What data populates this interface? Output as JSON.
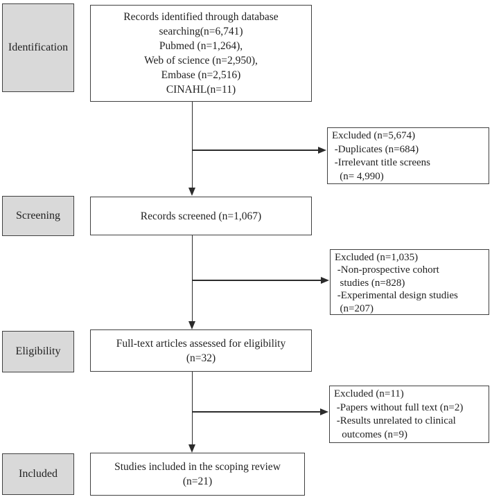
{
  "stages": [
    {
      "label": "Identification"
    },
    {
      "label": "Screening"
    },
    {
      "label": "Eligibility"
    },
    {
      "label": "Included"
    }
  ],
  "boxes": {
    "identified": {
      "lines": [
        "Records identified through database",
        "searching(n=6,741)",
        "Pubmed (n=1,264),",
        "Web of science (n=2,950),",
        "Embase (n=2,516)",
        "CINAHL(n=11)"
      ]
    },
    "excluded_screening": {
      "lines": [
        "Excluded (n=5,674)",
        " -Duplicates (n=684)",
        " -Irrelevant title screens",
        "   (n= 4,990)"
      ]
    },
    "screened": {
      "lines": [
        "Records screened (n=1,067)"
      ]
    },
    "excluded_eligibility": {
      "lines": [
        "Excluded (n=1,035)",
        " -Non-prospective cohort",
        "  studies (n=828)",
        " -Experimental design studies",
        "  (n=207)"
      ]
    },
    "fulltext": {
      "lines": [
        "Full-text articles assessed for eligibility",
        "(n=32)"
      ]
    },
    "excluded_fulltext": {
      "lines": [
        "Excluded (n=11)",
        " -Papers without full text (n=2)",
        " -Results unrelated to clinical",
        "   outcomes (n=9)"
      ]
    },
    "included": {
      "lines": [
        "Studies included in the scoping review",
        "(n=21)"
      ]
    }
  },
  "colors": {
    "stage_fill": "#d9d9d9",
    "box_border": "#3f3f3f",
    "text": "#1f1f1f",
    "arrow": "#2b2b2b"
  }
}
